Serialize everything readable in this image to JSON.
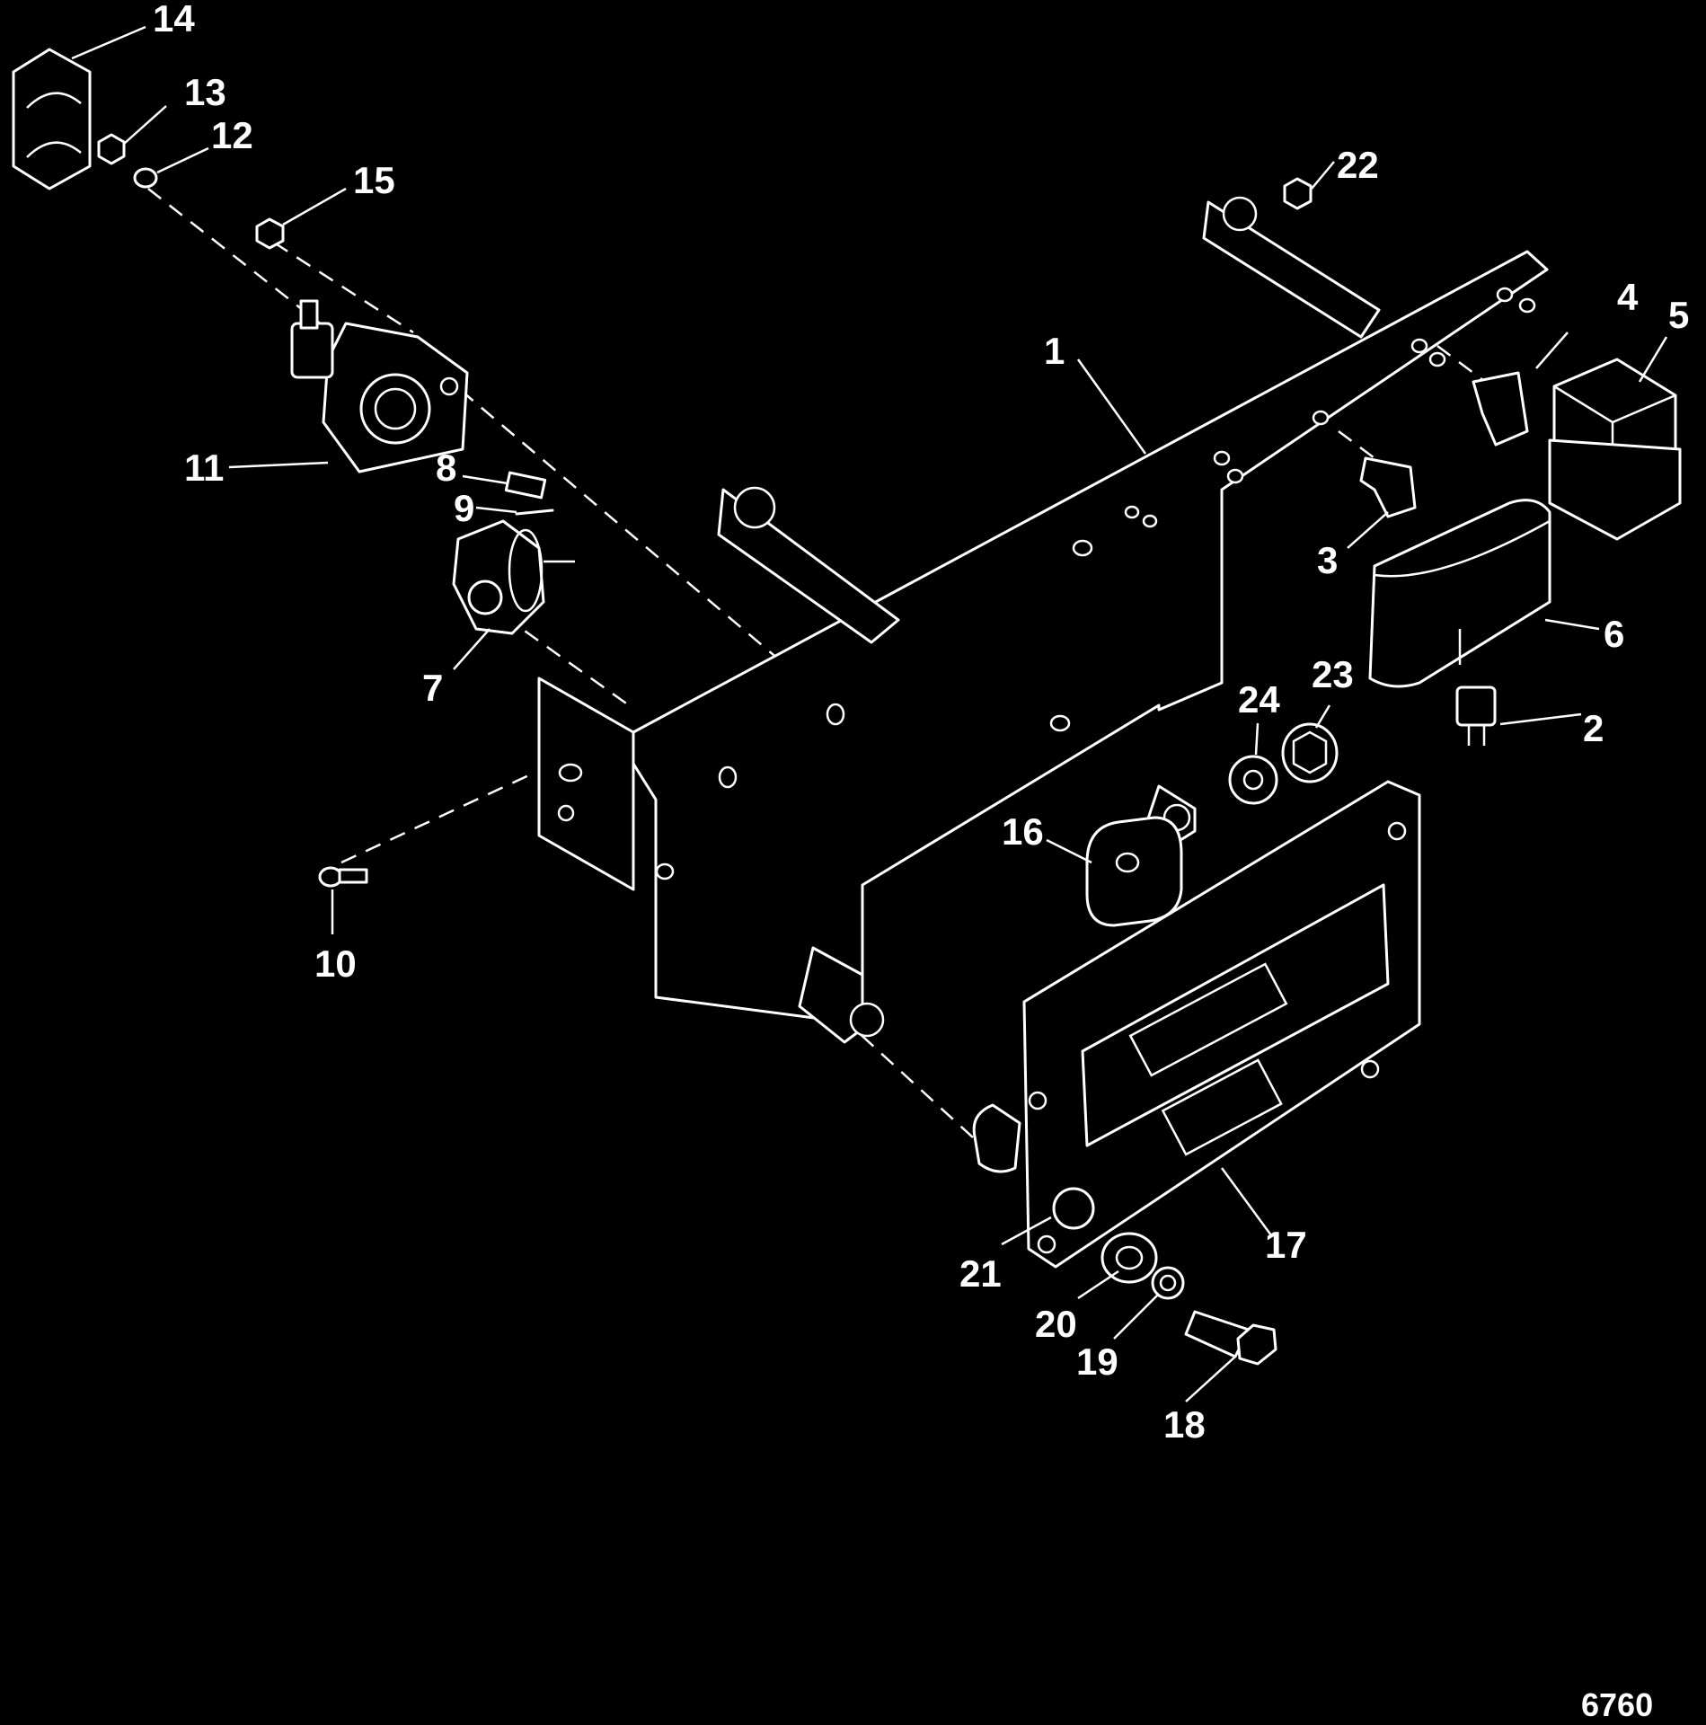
{
  "diagram": {
    "figure_number": "6760",
    "callouts": [
      "1",
      "2",
      "3",
      "4",
      "5",
      "6",
      "7",
      "8",
      "9",
      "10",
      "11",
      "12",
      "13",
      "14",
      "15",
      "16",
      "17",
      "18",
      "19",
      "20",
      "21",
      "22",
      "23",
      "24"
    ]
  },
  "colors": {
    "background": "#000000",
    "line": "#ffffff"
  }
}
